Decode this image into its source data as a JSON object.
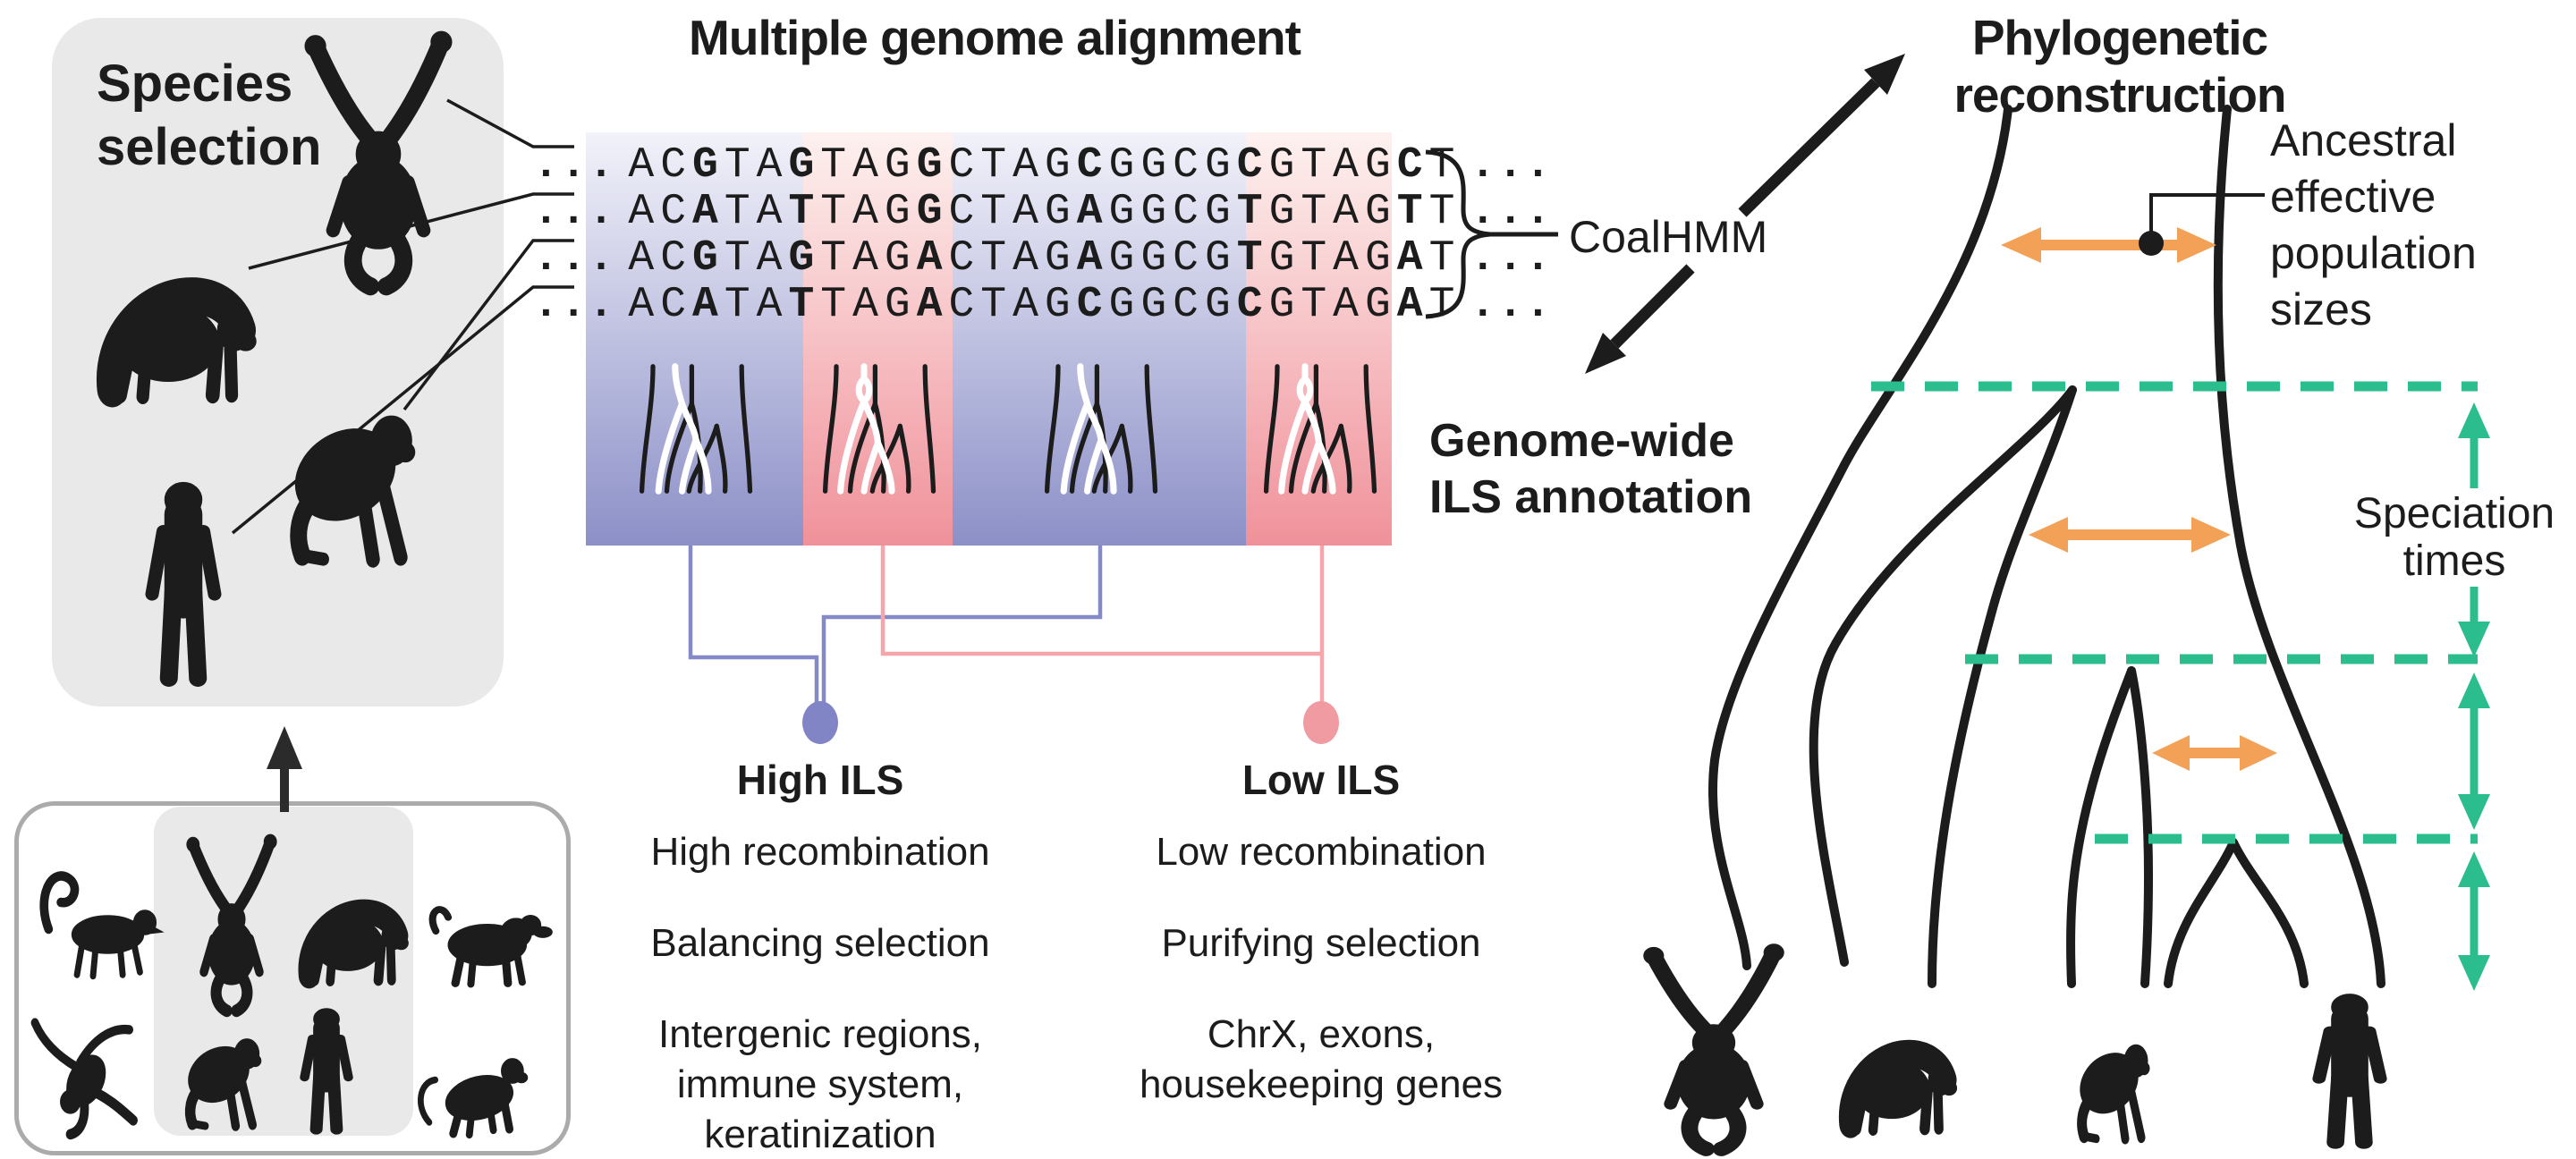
{
  "titles": {
    "alignment": "Multiple genome alignment",
    "phylogeny": "Phylogenetic reconstruction"
  },
  "species_panel": {
    "title": "Species selection",
    "species_icons": [
      "orangutan-icon",
      "gorilla-icon",
      "chimpanzee-icon",
      "human-icon"
    ]
  },
  "species_pool": {
    "icons_top_row": [
      "lemur-icon",
      "orangutan-icon",
      "gorilla-icon",
      "baboon-icon"
    ],
    "icons_bottom_row": [
      "gibbon-icon",
      "chimpanzee-icon",
      "human-icon",
      "macaque-icon"
    ],
    "highlighted_icons": [
      "orangutan-icon",
      "gorilla-icon",
      "chimpanzee-icon",
      "human-icon"
    ]
  },
  "alignment": {
    "ellipsis": "...",
    "rows": [
      {
        "species": "orangutan",
        "segments": [
          [
            "AC",
            0
          ],
          [
            "G",
            1
          ],
          [
            "TA",
            0
          ],
          [
            "G",
            1
          ],
          [
            "TAG",
            0
          ],
          [
            "G",
            1
          ],
          [
            "CTAG",
            0
          ],
          [
            "C",
            1
          ],
          [
            "GGCG",
            0
          ],
          [
            "C",
            1
          ],
          [
            "GTAG",
            0
          ],
          [
            "C",
            1
          ],
          [
            "T",
            0
          ]
        ]
      },
      {
        "species": "gorilla",
        "segments": [
          [
            "AC",
            0
          ],
          [
            "A",
            1
          ],
          [
            "TA",
            0
          ],
          [
            "T",
            1
          ],
          [
            "TAG",
            0
          ],
          [
            "G",
            1
          ],
          [
            "CTAG",
            0
          ],
          [
            "A",
            1
          ],
          [
            "GGCG",
            0
          ],
          [
            "T",
            1
          ],
          [
            "GTAG",
            0
          ],
          [
            "T",
            1
          ],
          [
            "T",
            0
          ]
        ]
      },
      {
        "species": "chimpanzee",
        "segments": [
          [
            "AC",
            0
          ],
          [
            "G",
            1
          ],
          [
            "TA",
            0
          ],
          [
            "G",
            1
          ],
          [
            "TAG",
            0
          ],
          [
            "A",
            1
          ],
          [
            "CTAG",
            0
          ],
          [
            "A",
            1
          ],
          [
            "GGCG",
            0
          ],
          [
            "T",
            1
          ],
          [
            "GTAG",
            0
          ],
          [
            "A",
            1
          ],
          [
            "T",
            0
          ]
        ]
      },
      {
        "species": "human",
        "segments": [
          [
            "AC",
            0
          ],
          [
            "A",
            1
          ],
          [
            "TA",
            0
          ],
          [
            "T",
            1
          ],
          [
            "TAG",
            0
          ],
          [
            "A",
            1
          ],
          [
            "CTAG",
            0
          ],
          [
            "C",
            1
          ],
          [
            "GGCG",
            0
          ],
          [
            "C",
            1
          ],
          [
            "GTAG",
            0
          ],
          [
            "A",
            1
          ],
          [
            "T",
            0
          ]
        ]
      }
    ],
    "tract_types": [
      "high-ILS",
      "low-ILS",
      "high-ILS",
      "low-ILS"
    ]
  },
  "coalhmm": {
    "label": "CoalHMM"
  },
  "ils_annotation": {
    "lines": [
      "Genome-wide",
      "ILS annotation"
    ]
  },
  "ils_columns": {
    "high": {
      "title": "High ILS",
      "items": [
        [
          "High recombination"
        ],
        [
          "Balancing selection"
        ],
        [
          "Intergenic regions,",
          "immune system,",
          "keratinization"
        ]
      ]
    },
    "low": {
      "title": "Low ILS",
      "items": [
        [
          "Low recombination"
        ],
        [
          "Purifying selection"
        ],
        [
          "ChrX, exons,",
          "housekeeping genes"
        ]
      ]
    }
  },
  "phylogeny_labels": {
    "ne": [
      "Ancestral",
      "effective",
      "population",
      "sizes"
    ],
    "speciation": [
      "Speciation",
      "times"
    ]
  },
  "colors": {
    "ink": "#1c1c1c",
    "panel_gray": "#e9e9ea",
    "stripe_blue_top": "#f2f2fa",
    "stripe_blue_bottom": "#8c90c7",
    "stripe_pink_top": "#fdf1ef",
    "stripe_pink_bottom": "#f0919a",
    "high_ils_accent": "#8185c6",
    "low_ils_accent": "#f09aa1",
    "speciation_green": "#2cbd8e",
    "ne_orange": "#f2a156"
  }
}
